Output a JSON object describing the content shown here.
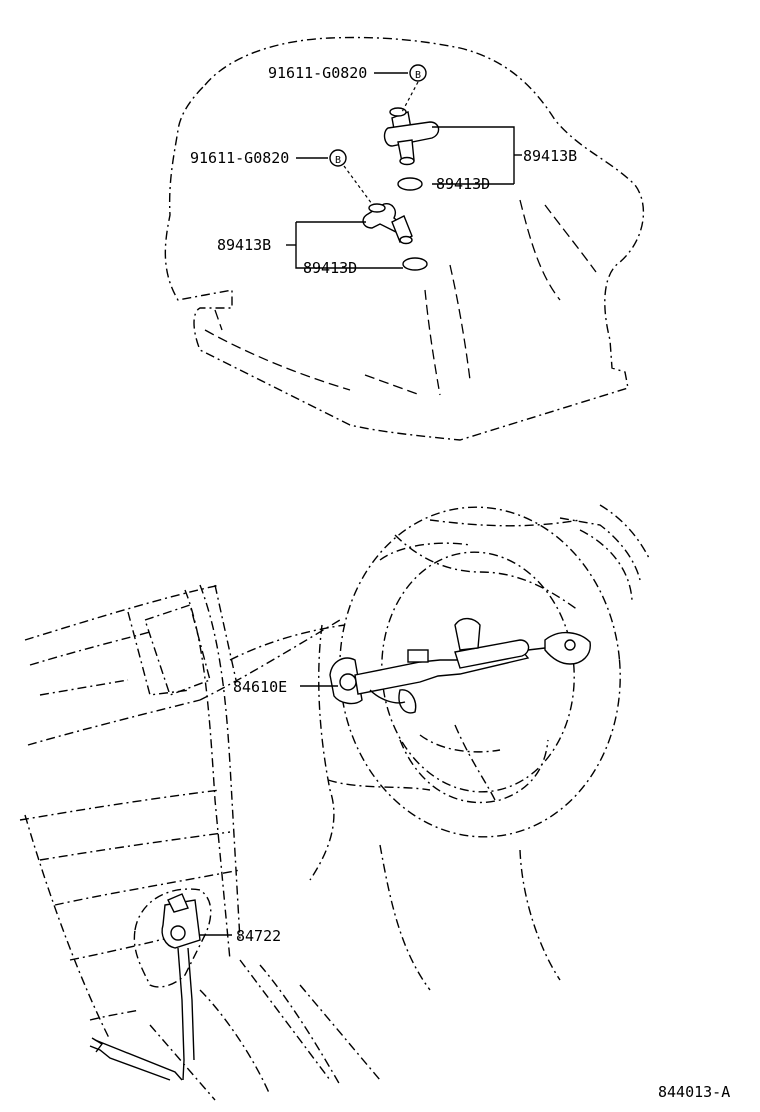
{
  "diagram": {
    "callouts": {
      "bolt_upper": "91611-G0820",
      "bolt_lower": "91611-G0820",
      "sensor_upper": "89413B",
      "washer_upper": "89413D",
      "sensor_lower": "89413B",
      "washer_lower": "89413D",
      "steering_part": "84610E",
      "shifter_part": "84722"
    },
    "bolt_marker": "B",
    "figure_code": "844013-A"
  }
}
